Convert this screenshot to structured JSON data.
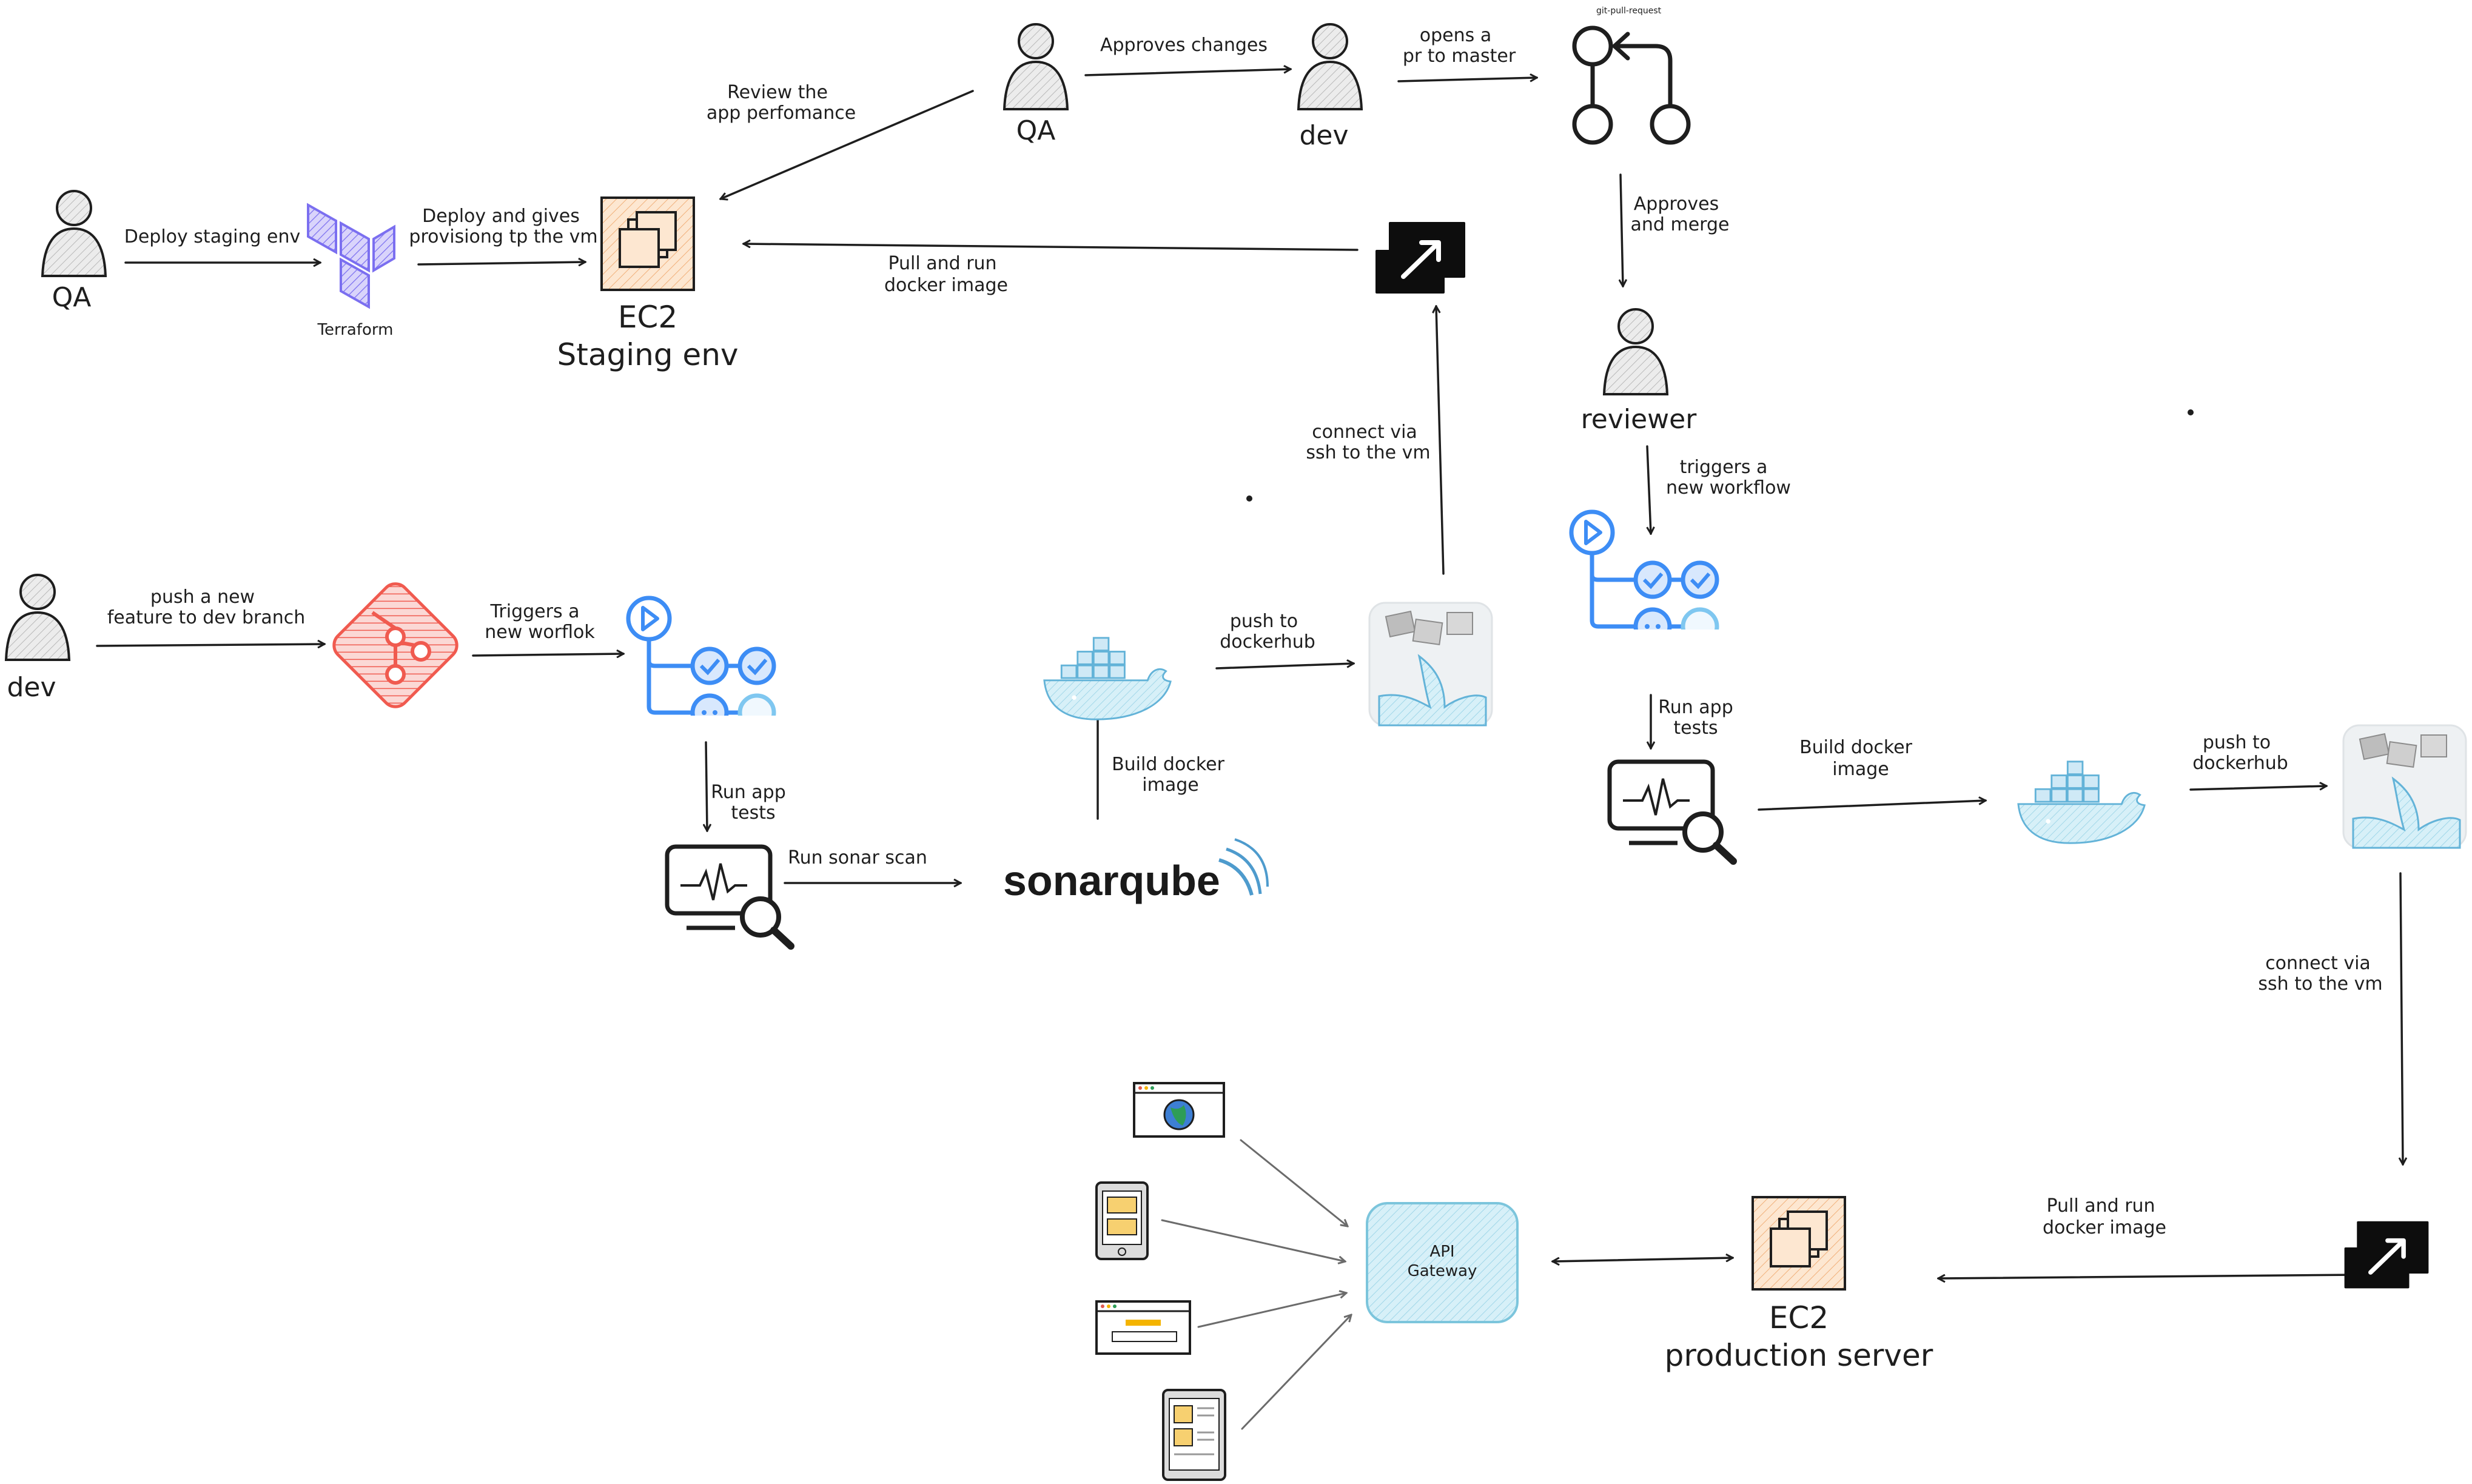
{
  "actors": {
    "qa_left": "QA",
    "qa_top": "QA",
    "dev_top": "dev",
    "dev_left": "dev",
    "reviewer": "reviewer"
  },
  "components": {
    "terraform": "Terraform",
    "ec2_staging": [
      "EC2",
      "Staging env"
    ],
    "ec2_production": [
      "EC2",
      "production server"
    ],
    "git_pull_request": "git-pull-request",
    "sonarqube": "sonarqube",
    "api_gateway": [
      "API",
      "Gateway"
    ]
  },
  "edges": {
    "deploy_staging": [
      "Deploy staging env"
    ],
    "deploy_provision": [
      "Deploy and gives",
      "provisiong tp the vm"
    ],
    "review_perf": [
      "Review the",
      "app perfomance"
    ],
    "approves_changes": [
      "Approves changes"
    ],
    "opens_pr": [
      "opens a",
      "pr to master"
    ],
    "approves_merge": [
      "Approves",
      "and merge"
    ],
    "pull_run_top": [
      "Pull and run",
      "docker image"
    ],
    "connect_ssh_mid": [
      "connect via",
      "ssh to the vm"
    ],
    "triggers_workflow_right": [
      "triggers a",
      "new workflow"
    ],
    "push_feature": [
      "push a new",
      "feature to dev branch"
    ],
    "triggers_worflok_left": [
      "Triggers a",
      "new worflok"
    ],
    "run_tests_left": [
      "Run app",
      "tests"
    ],
    "run_sonar": [
      "Run sonar scan"
    ],
    "build_docker_left": [
      "Build docker",
      "image"
    ],
    "push_dockerhub_left": [
      "push to",
      "dockerhub"
    ],
    "run_tests_right": [
      "Run app",
      "tests"
    ],
    "build_docker_right": [
      "Build docker",
      "image"
    ],
    "push_dockerhub_right": [
      "push to",
      "dockerhub"
    ],
    "connect_ssh_right": [
      "connect via",
      "ssh to the vm"
    ],
    "pull_run_bottom": [
      "Pull and run",
      "docker image"
    ]
  },
  "icons": {
    "person": "person-icon",
    "terraform": "terraform-icon",
    "ec2": "ec2-instance-icon",
    "git": "git-icon",
    "workflow": "github-actions-workflow-icon",
    "monitor_search": "app-test-monitor-icon",
    "docker": "docker-whale-icon",
    "dockerhub": "dockerhub-icon",
    "ssh": "ssh-terminal-icon",
    "pull_request": "pull-request-icon",
    "browser": "browser-globe-icon",
    "mobile": "mobile-app-icon",
    "search_browser": "google-search-browser-icon",
    "tablet": "tablet-app-icon"
  },
  "colors": {
    "ink": "#1e1e1e",
    "person_fill": "#e3e3e3",
    "terraform": "#7b6ff0",
    "ec2_fill": "#fbe4cc",
    "ec2_stroke": "#e8893a",
    "git": "#f05a4f",
    "workflow": "#3d8df5",
    "docker": "#63b3d8",
    "gateway_fill": "#d7f0f8",
    "gateway_stroke": "#7cc5dc"
  }
}
